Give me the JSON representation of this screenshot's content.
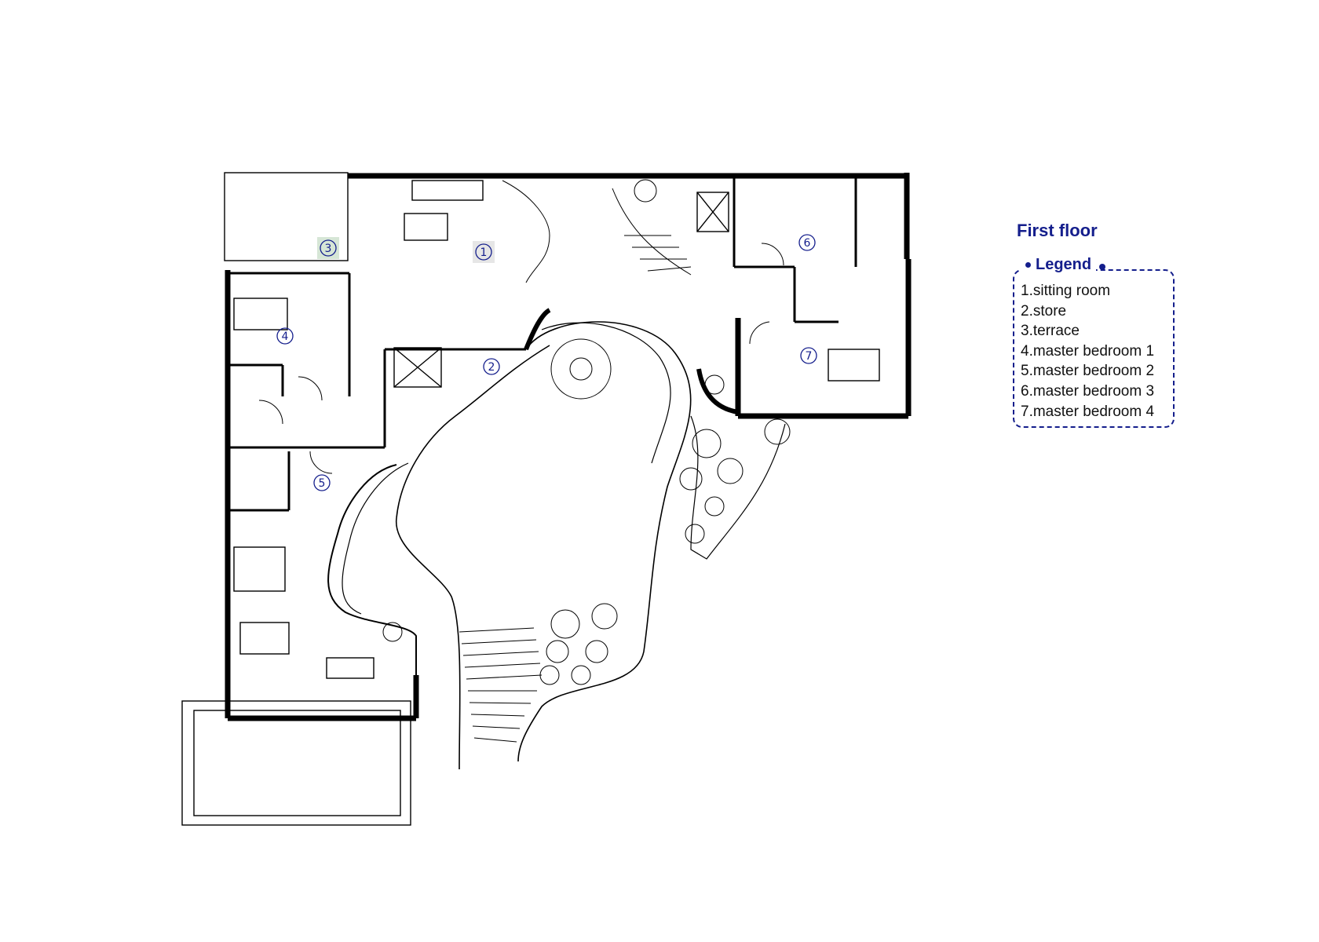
{
  "title": "First floor",
  "legend": {
    "heading": "Legend",
    "items": [
      "1.sitting room",
      "2.store",
      "3.terrace",
      "4.master bedroom 1",
      "5.master bedroom 2",
      "6.master bedroom 3",
      "7.master bedroom 4"
    ]
  },
  "room_markers": [
    "1",
    "2",
    "3",
    "4",
    "5",
    "6",
    "7"
  ],
  "colors": {
    "accent": "#141e8c",
    "wall": "#000000",
    "highlight": "#d6e6d6"
  }
}
